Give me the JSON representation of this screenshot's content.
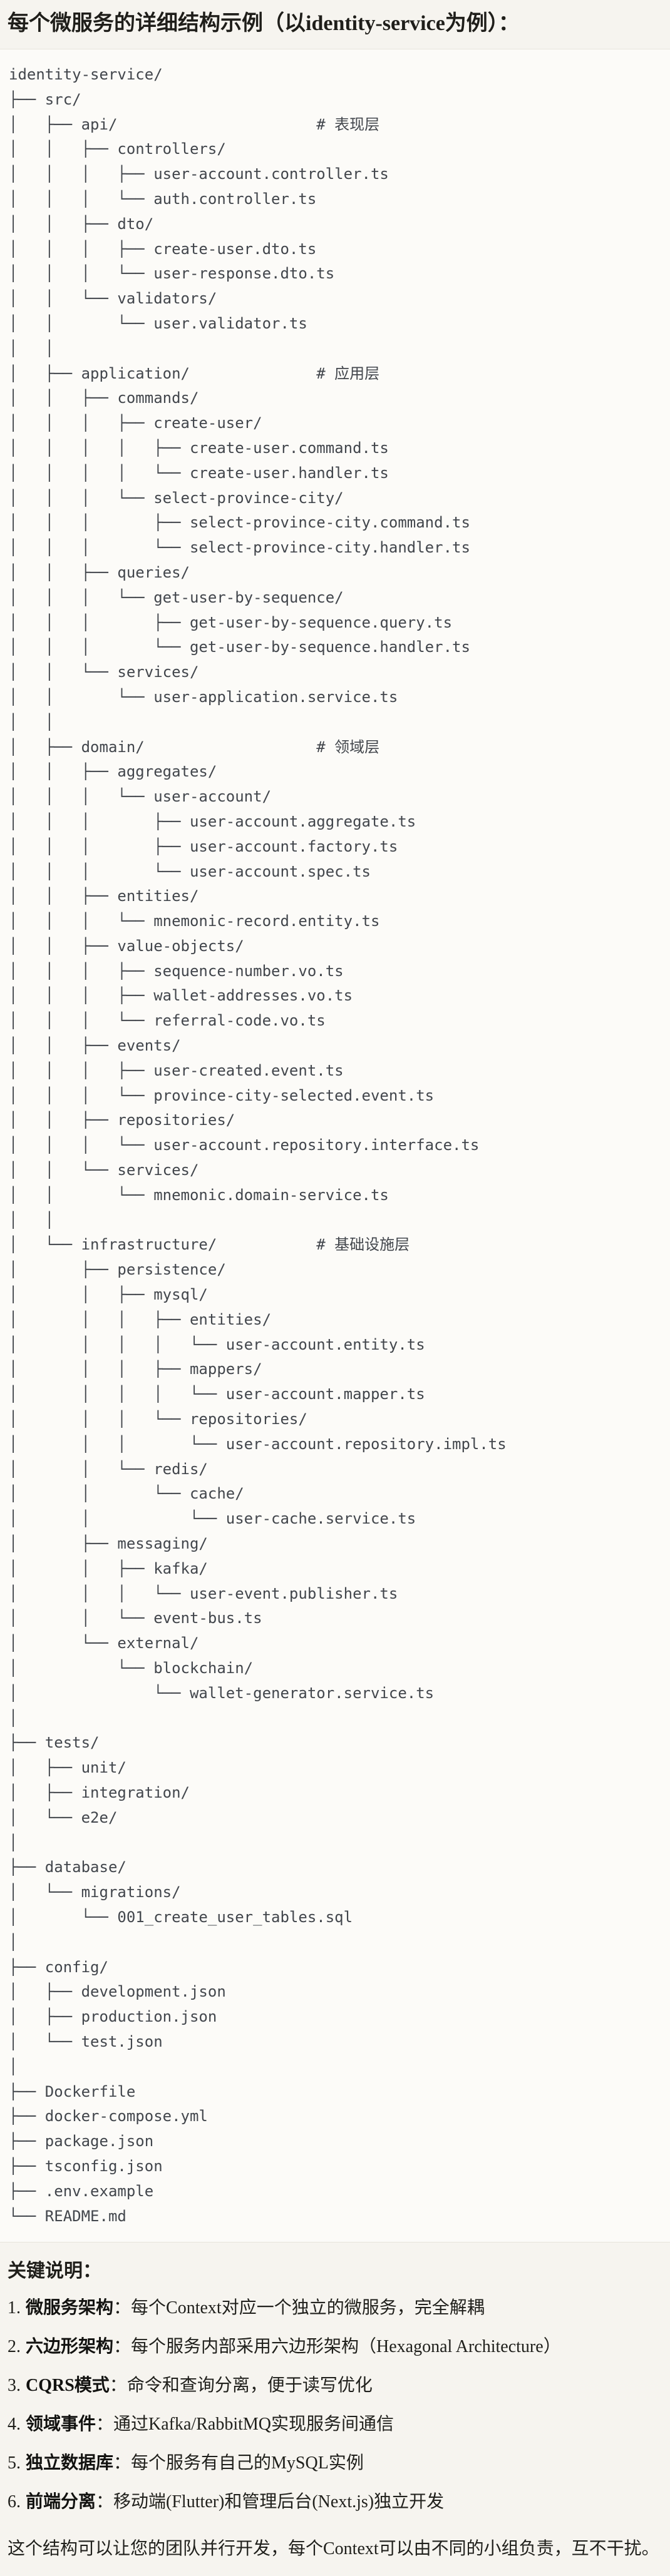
{
  "colors": {
    "page_background": "#f6f4ef",
    "code_background": "#fcfbf8",
    "border": "#e7e4dc",
    "tree_text": "#42464c",
    "body_text": "#20201c"
  },
  "header": {
    "title": "每个微服务的详细结构示例（以identity-service为例）："
  },
  "code_block": {
    "tree_text": "identity-service/\n├── src/\n│   ├── api/                      # 表现层\n│   │   ├── controllers/\n│   │   │   ├── user-account.controller.ts\n│   │   │   └── auth.controller.ts\n│   │   ├── dto/\n│   │   │   ├── create-user.dto.ts\n│   │   │   └── user-response.dto.ts\n│   │   └── validators/\n│   │       └── user.validator.ts\n│   │\n│   ├── application/              # 应用层\n│   │   ├── commands/\n│   │   │   ├── create-user/\n│   │   │   │   ├── create-user.command.ts\n│   │   │   │   └── create-user.handler.ts\n│   │   │   └── select-province-city/\n│   │   │       ├── select-province-city.command.ts\n│   │   │       └── select-province-city.handler.ts\n│   │   ├── queries/\n│   │   │   └── get-user-by-sequence/\n│   │   │       ├── get-user-by-sequence.query.ts\n│   │   │       └── get-user-by-sequence.handler.ts\n│   │   └── services/\n│   │       └── user-application.service.ts\n│   │\n│   ├── domain/                   # 领域层\n│   │   ├── aggregates/\n│   │   │   └── user-account/\n│   │   │       ├── user-account.aggregate.ts\n│   │   │       ├── user-account.factory.ts\n│   │   │       └── user-account.spec.ts\n│   │   ├── entities/\n│   │   │   └── mnemonic-record.entity.ts\n│   │   ├── value-objects/\n│   │   │   ├── sequence-number.vo.ts\n│   │   │   ├── wallet-addresses.vo.ts\n│   │   │   └── referral-code.vo.ts\n│   │   ├── events/\n│   │   │   ├── user-created.event.ts\n│   │   │   └── province-city-selected.event.ts\n│   │   ├── repositories/\n│   │   │   └── user-account.repository.interface.ts\n│   │   └── services/\n│   │       └── mnemonic.domain-service.ts\n│   │\n│   └── infrastructure/           # 基础设施层\n│       ├── persistence/\n│       │   ├── mysql/\n│       │   │   ├── entities/\n│       │   │   │   └── user-account.entity.ts\n│       │   │   ├── mappers/\n│       │   │   │   └── user-account.mapper.ts\n│       │   │   └── repositories/\n│       │   │       └── user-account.repository.impl.ts\n│       │   └── redis/\n│       │       └── cache/\n│       │           └── user-cache.service.ts\n│       ├── messaging/\n│       │   ├── kafka/\n│       │   │   └── user-event.publisher.ts\n│       │   └── event-bus.ts\n│       └── external/\n│           └── blockchain/\n│               └── wallet-generator.service.ts\n│\n├── tests/\n│   ├── unit/\n│   ├── integration/\n│   └── e2e/\n│\n├── database/\n│   └── migrations/\n│       └── 001_create_user_tables.sql\n│\n├── config/\n│   ├── development.json\n│   ├── production.json\n│   └── test.json\n│\n├── Dockerfile\n├── docker-compose.yml\n├── package.json\n├── tsconfig.json\n├── .env.example\n└── README.md"
  },
  "notes": {
    "heading": "关键说明：",
    "items": [
      {
        "num": "1.",
        "term": "微服务架构",
        "colon": "：",
        "text": "每个Context对应一个独立的微服务，完全解耦"
      },
      {
        "num": "2.",
        "term": "六边形架构",
        "colon": "：",
        "text": "每个服务内部采用六边形架构（Hexagonal Architecture）"
      },
      {
        "num": "3.",
        "term": "CQRS模式",
        "colon": "：",
        "text": "命令和查询分离，便于读写优化"
      },
      {
        "num": "4.",
        "term": "领域事件",
        "colon": "：",
        "text": "通过Kafka/RabbitMQ实现服务间通信"
      },
      {
        "num": "5.",
        "term": "独立数据库",
        "colon": "：",
        "text": "每个服务有自己的MySQL实例"
      },
      {
        "num": "6.",
        "term": "前端分离",
        "colon": "：",
        "text": "移动端(Flutter)和管理后台(Next.js)独立开发"
      }
    ],
    "closing": "这个结构可以让您的团队并行开发，每个Context可以由不同的小组负责，互不干扰。"
  }
}
